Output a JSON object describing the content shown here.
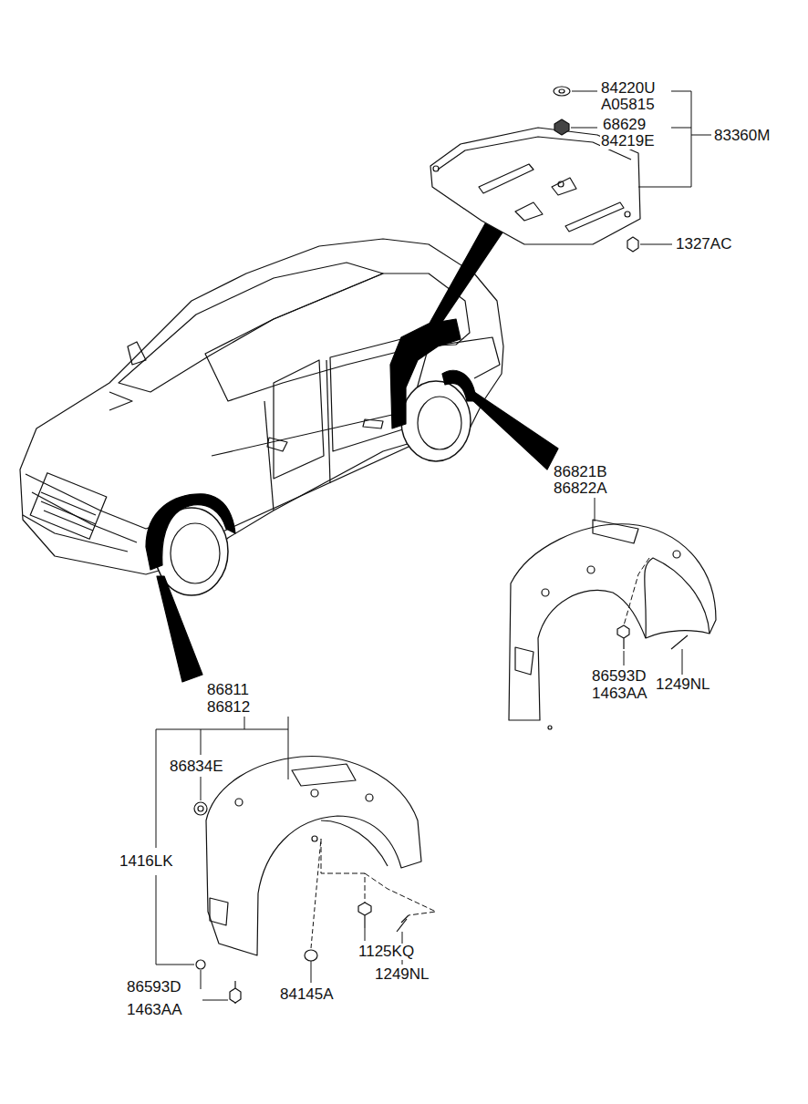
{
  "diagram": {
    "labels": [
      "84220U",
      "A05815",
      "68629",
      "84219E",
      "83360M",
      "1327AC",
      "86821B",
      "86822A",
      "86593D",
      "1463AA",
      "1249NL",
      "86811",
      "86812",
      "86834E",
      "1416LK",
      "1125KQ",
      "1249NL",
      "86593D",
      "1463AA",
      "84145A"
    ]
  }
}
